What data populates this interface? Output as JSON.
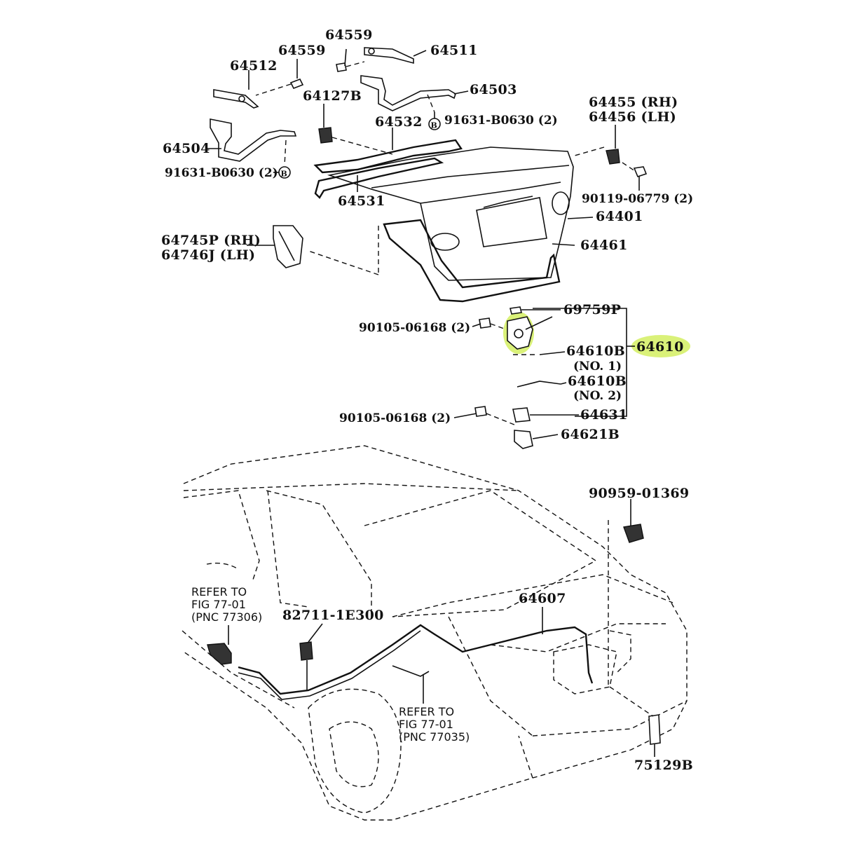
{
  "highlight_color": "#d6f06a",
  "bolt_symbol": "B",
  "labels": {
    "p64559a": "64559",
    "p64559b": "64559",
    "p64511": "64511",
    "p64512": "64512",
    "p64127b": "64127B",
    "p64503": "64503",
    "p91631a": "91631-B0630 (2)",
    "p64532": "64532",
    "p64504": "64504",
    "p91631b": "91631-B0630 (2)",
    "p64531": "64531",
    "p64455": "64455 (RH)",
    "p64456": "64456 (LH)",
    "p90119": "90119-06779 (2)",
    "p64401": "64401",
    "p64745p": "64745P (RH)",
    "p64746j": "64746J (LH)",
    "p64461": "64461",
    "p69759p": "69759P",
    "p90105a": "90105-06168 (2)",
    "p64610": "64610",
    "p64610b1": "64610B",
    "p64610b1_sub": "(NO. 1)",
    "p64610b2": "64610B",
    "p64610b2_sub": "(NO. 2)",
    "p90105b": "90105-06168 (2)",
    "p64631": "64631",
    "p64621b": "64621B",
    "p90959": "90959-01369",
    "p64607": "64607",
    "p82711": "82711-1E300",
    "p75129b": "75129B"
  },
  "refs": {
    "ref1_l1": "REFER TO",
    "ref1_l2": "FIG 77-01",
    "ref1_l3": "(PNC 77306)",
    "ref2_l1": "REFER TO",
    "ref2_l2": "FIG 77-01",
    "ref2_l3": "(PNC 77035)"
  }
}
